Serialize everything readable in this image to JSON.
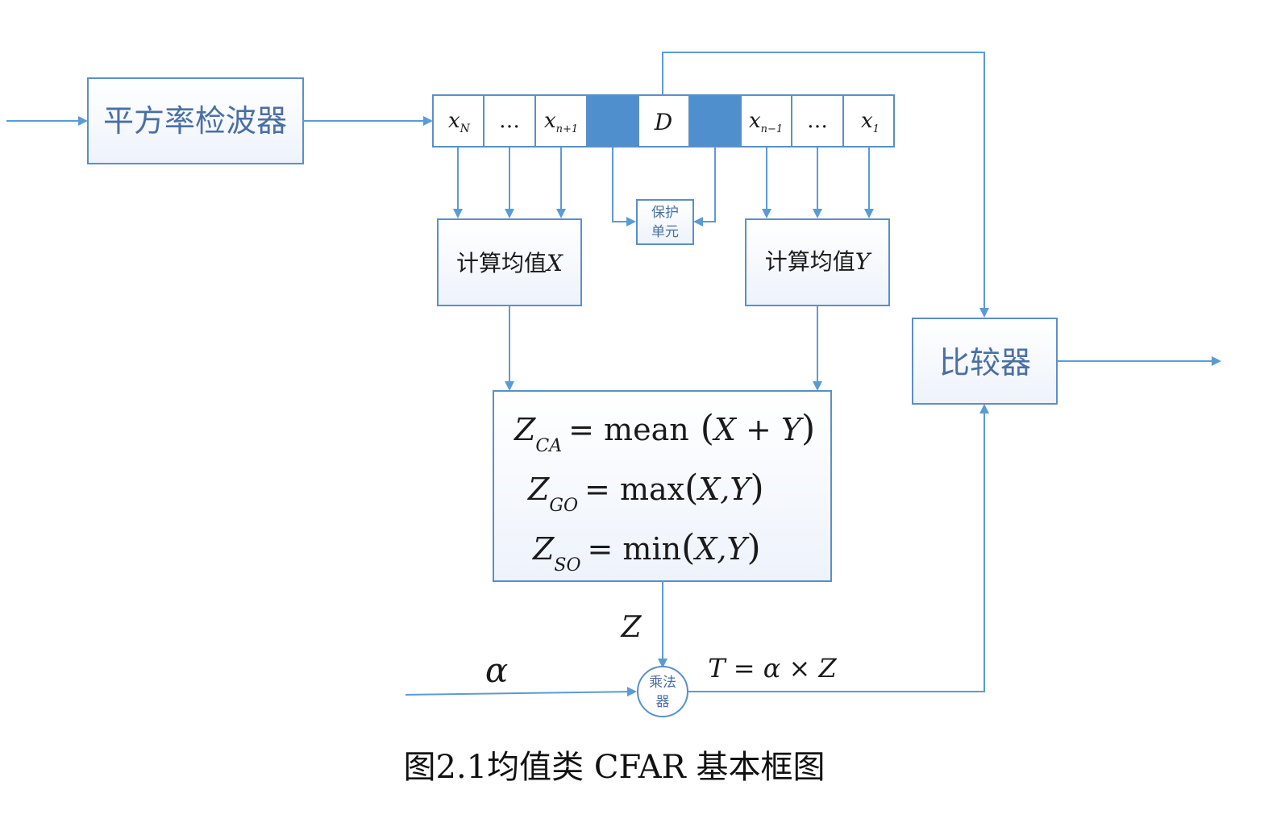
{
  "diagram": {
    "detector_label": "平方率检波器",
    "cells": {
      "xN": "x",
      "xN_sub": "N",
      "dots": "…",
      "xn1_left": "x",
      "xn1_left_sub": "n+1",
      "D": "D",
      "xn1_right": "x",
      "xn1_right_sub": "n−1",
      "x1": "x",
      "x1_sub": "1"
    },
    "guard_label_line1": "保护",
    "guard_label_line2": "单元",
    "mean_x_label": "计算均值",
    "mean_x_var": "X",
    "mean_y_label": "计算均值",
    "mean_y_var": "Y",
    "comparator_label": "比较器",
    "formulas": {
      "ca_Z": "Z",
      "ca_sub": "CA",
      "ca_rhs": "= mean",
      "ca_args": "X + Y",
      "go_Z": "Z",
      "go_sub": "GO",
      "go_rhs": "= max",
      "go_args": "X,Y",
      "so_Z": "Z",
      "so_sub": "SO",
      "so_rhs": "= min",
      "so_args": "X,Y"
    },
    "z_label": "Z",
    "alpha_label": "α",
    "multiplier_line1": "乘法",
    "multiplier_line2": "器",
    "threshold_label": "T = α × Z"
  },
  "caption": "图2.1均值类 CFAR 基本框图",
  "colors": {
    "line": "#5b9bd5",
    "box_border": "#5b8fc7",
    "guard_cell": "#4f8fce",
    "box_text": "#4a6fa5"
  }
}
